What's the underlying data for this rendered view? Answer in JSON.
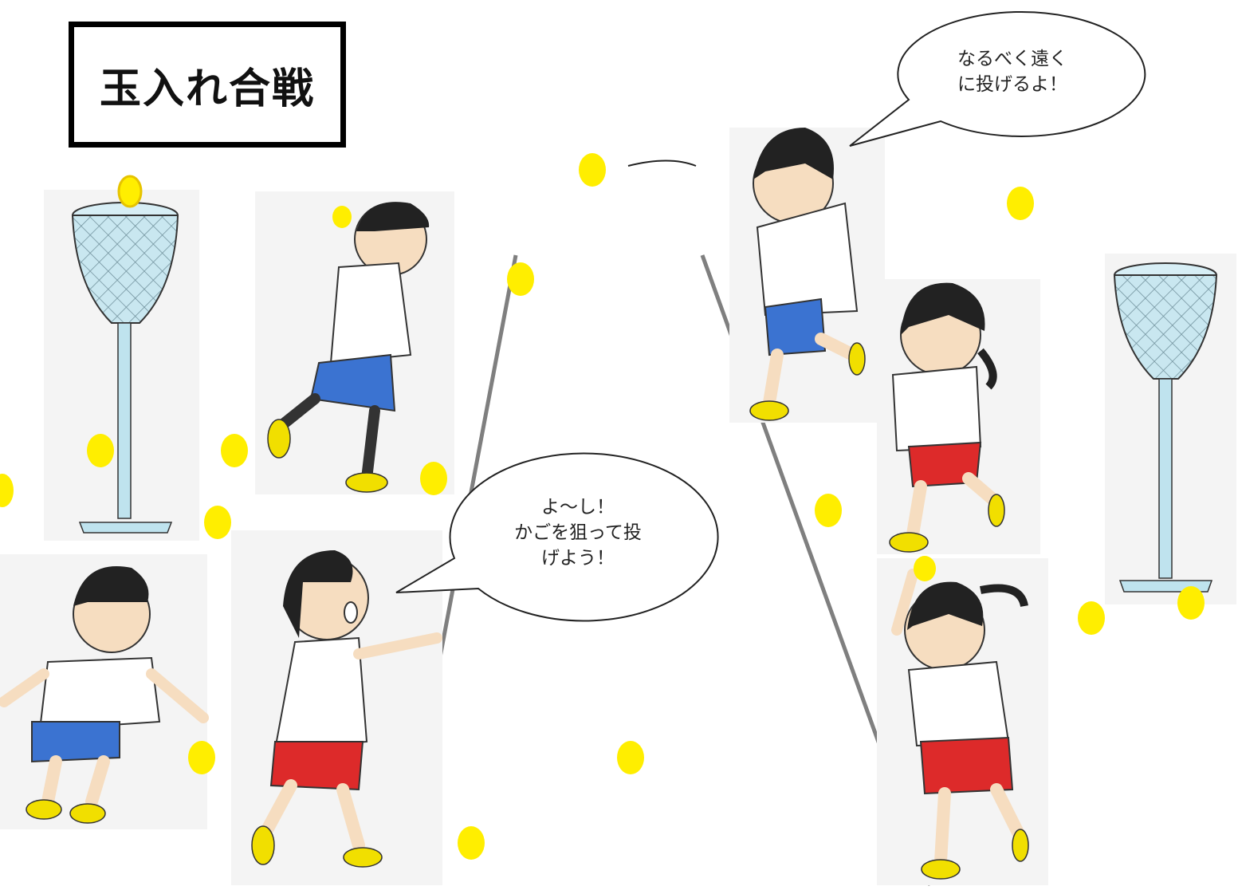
{
  "title": "玉入れ合戦",
  "speech": {
    "top_right": [
      "なるべく遠く",
      "に投げるよ！"
    ],
    "middle": [
      "よ〜し！",
      "かごを狙って投",
      "げよう！"
    ]
  },
  "colors": {
    "ball": "#ffee00",
    "basket": "#bfe3ee",
    "shirt": "#ffffff",
    "shorts_blue": "#3b73d1",
    "shorts_red": "#dd2a2a",
    "shoe": "#f1df00",
    "skin": "#f6ddc0",
    "line": "#808080"
  },
  "icons": [
    "basket-pole-icon",
    "ball-icon",
    "child-figure-icon",
    "speech-bubble-icon"
  ]
}
